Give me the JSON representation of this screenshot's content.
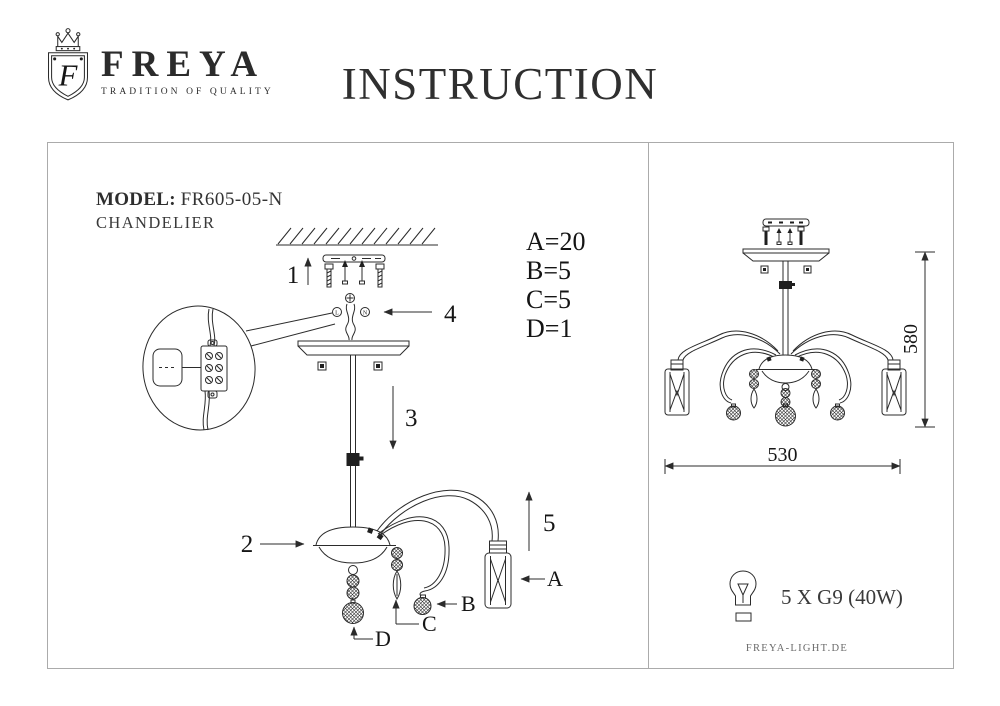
{
  "header": {
    "brand": "FREYA",
    "tagline": "TRADITION OF QUALITY",
    "title": "INSTRUCTION",
    "monogram": "F"
  },
  "left_panel": {
    "model_label": "MODEL:",
    "model_value": "FR605-05-N",
    "product_type": "CHANDELIER",
    "quantities": [
      "A=20",
      "B=5",
      "C=5",
      "D=1"
    ],
    "callouts": {
      "c1": "1",
      "c2": "2",
      "c3": "3",
      "c4": "4",
      "c5": "5",
      "ca": "A",
      "cb": "B",
      "cc": "C",
      "cd": "D"
    },
    "wire_labels": {
      "live": "L",
      "neutral": "N"
    }
  },
  "right_panel": {
    "height_mm": "580",
    "width_mm": "530",
    "bulb_spec": "5 X G9 (40W)",
    "website": "FREYA-LIGHT.DE"
  },
  "colors": {
    "line": "#2b2b2b",
    "panel_border": "#ababab",
    "text": "#1c1c1c"
  }
}
